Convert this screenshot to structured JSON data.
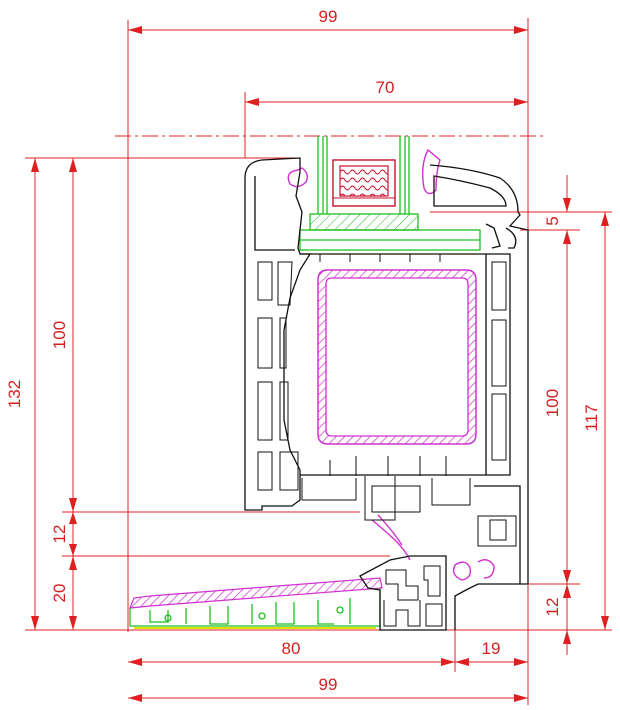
{
  "drawing": {
    "dimensions": {
      "top_overall": "99",
      "glazing_width": "70",
      "left_overall_height": "132",
      "left_sash_height": "100",
      "left_mid": "12",
      "left_bottom": "20",
      "right_frame_height": "100",
      "right_total": "117",
      "right_top": "5",
      "right_bottom": "12",
      "bottom_sill": "80",
      "bottom_frame": "19",
      "bottom_overall": "99"
    },
    "colors": {
      "dimension": "#e02020",
      "profile": "#111111",
      "glazing_bead": "#1fbf1f",
      "gasket_reinforcement": "#d030d0",
      "glass_spacer": "#c8102e",
      "sill_highlight": "#e0e000"
    }
  }
}
